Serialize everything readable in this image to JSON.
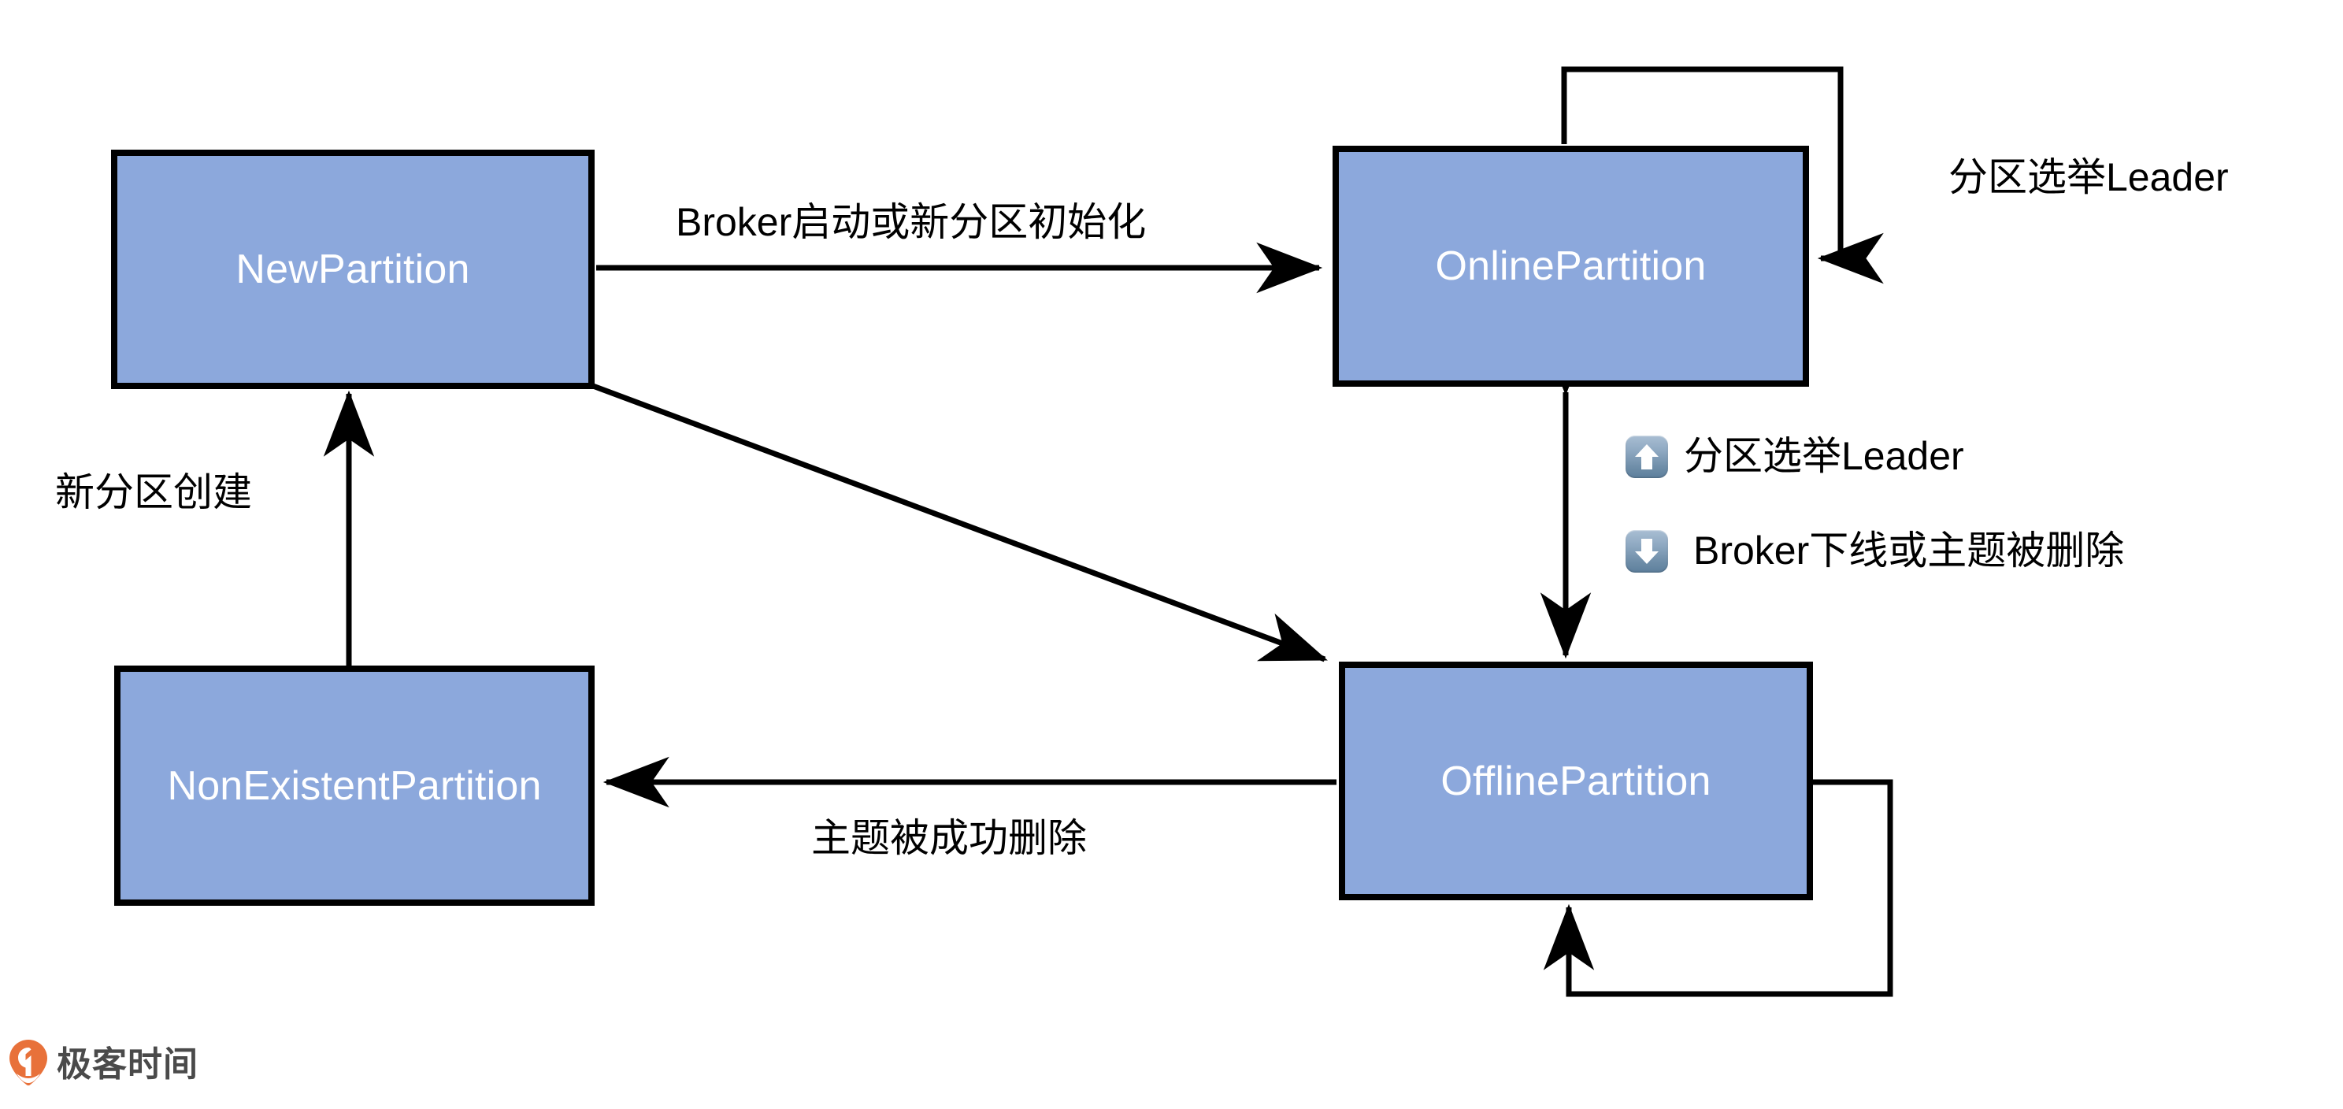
{
  "diagram": {
    "title": "Kafka Partition State Machine",
    "background_color": "#ffffff",
    "box_fill_color": "#8ca8dc",
    "box_border_color": "#000000",
    "box_text_color": "#ffffff",
    "edge_color": "#000000",
    "states": [
      {
        "id": "new-partition",
        "label": "NewPartition"
      },
      {
        "id": "online-partition",
        "label": "OnlinePartition"
      },
      {
        "id": "nonexistent-partition",
        "label": "NonExistentPartition"
      },
      {
        "id": "offline-partition",
        "label": "OfflinePartition"
      }
    ],
    "edge_labels": [
      {
        "id": "new-to-online",
        "text": "Broker启动或新分区初始化"
      },
      {
        "id": "online-self-loop",
        "text": "分区选举Leader"
      },
      {
        "id": "nonexistent-to-new",
        "text": "新分区创建"
      },
      {
        "id": "offline-to-nonexistent",
        "text": "主题被成功删除"
      }
    ],
    "legend": [
      {
        "id": "up",
        "icon": "arrow-up-icon",
        "text": "分区选举Leader"
      },
      {
        "id": "down",
        "icon": "arrow-down-icon",
        "text": "Broker下线或主题被删除"
      }
    ]
  },
  "watermark": {
    "brand": "极客时间",
    "logo_color": "#e8713a",
    "text_color": "#4a4a4a"
  }
}
